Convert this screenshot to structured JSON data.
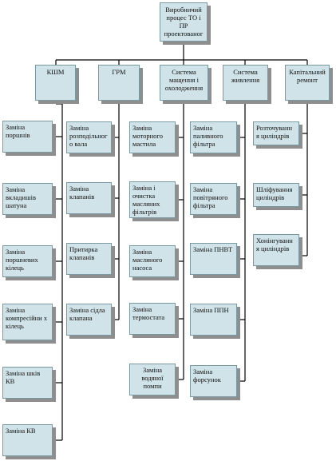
{
  "root": {
    "label": "Виробничий процес ТО і ПР проектованого"
  },
  "categories": [
    {
      "label": "КШМ"
    },
    {
      "label": "ГРМ"
    },
    {
      "label": "Система мащення і охолодження"
    },
    {
      "label": "Система живлення"
    },
    {
      "label": "Капітальний ремонт"
    }
  ],
  "columns": [
    {
      "items": [
        {
          "label": "Заміна поршнів"
        },
        {
          "label": "Заміна вкладишів шатуна"
        },
        {
          "label": "Заміна поршневих кілець"
        },
        {
          "label": "Заміна компресійни х кілець"
        },
        {
          "label": "Заміна шків КВ"
        },
        {
          "label": "Заміна КВ"
        }
      ]
    },
    {
      "items": [
        {
          "label": "Заміна розподільног о вала"
        },
        {
          "label": "Заміна клапанів"
        },
        {
          "label": "Притирка клапанів"
        },
        {
          "label": "Заміна сідла клапана"
        }
      ]
    },
    {
      "items": [
        {
          "label": "Заміна моторного мастила"
        },
        {
          "label": "Заміна і очистка масляних фільтрів"
        },
        {
          "label": "Заміна масляного насоса"
        },
        {
          "label": "Заміна термостата"
        },
        {
          "label": "Заміна водяної помпи"
        }
      ]
    },
    {
      "items": [
        {
          "label": "Заміна паливного фільтра"
        },
        {
          "label": "Заміна повітряного фільтра"
        },
        {
          "label": "Заміна ПНВТ"
        },
        {
          "label": "Заміна ППН"
        },
        {
          "label": "Заміна форсунок"
        }
      ]
    },
    {
      "items": [
        {
          "label": "Розточуванн я циліндрів"
        },
        {
          "label": "Шліфування циліндрів"
        },
        {
          "label": "Хонінгуванн я циліндрів"
        }
      ]
    }
  ]
}
